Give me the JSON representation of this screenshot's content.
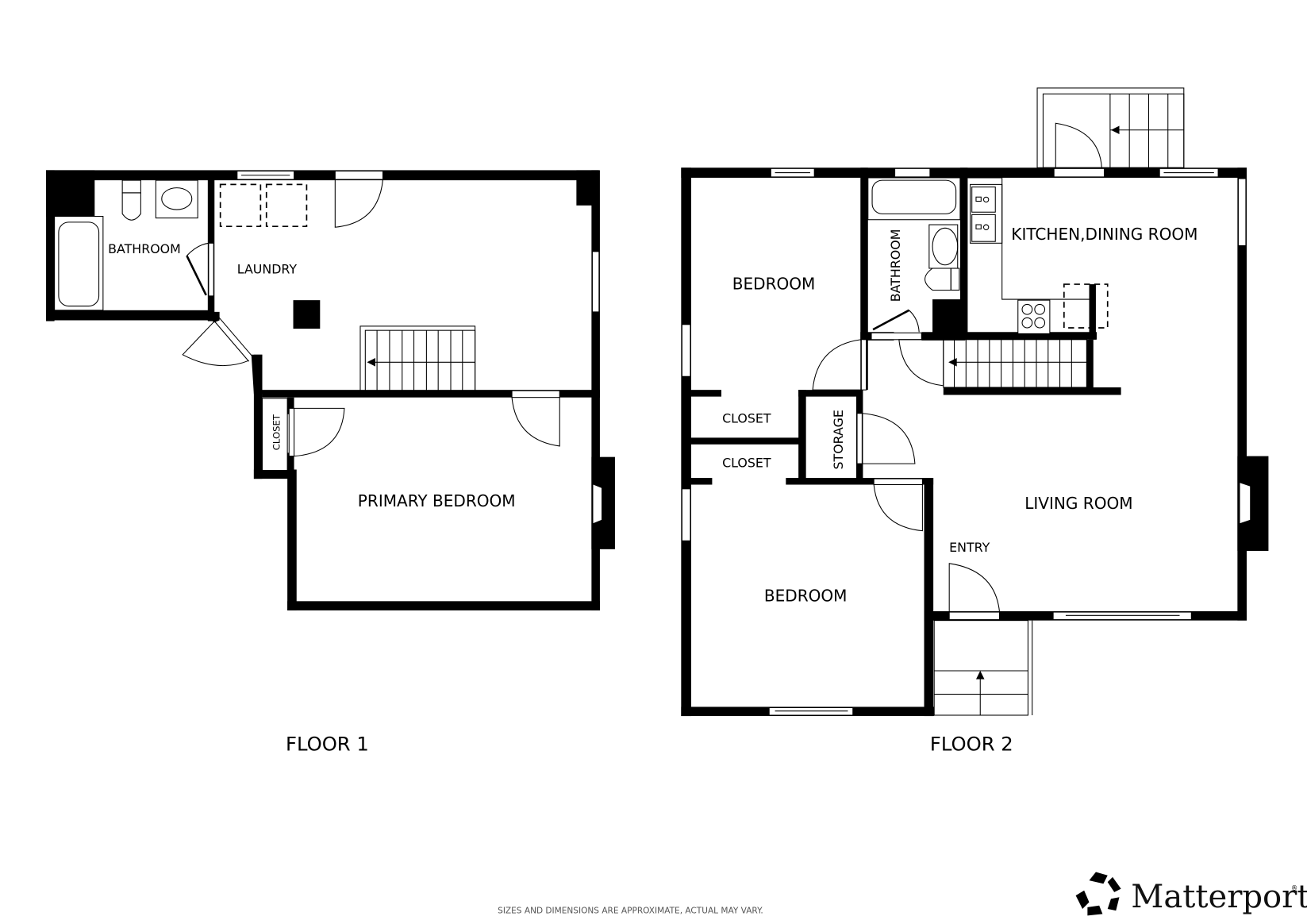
{
  "floors": [
    {
      "label": "FLOOR 1",
      "rooms": {
        "bathroom": "BATHROOM",
        "laundry": "LAUNDRY",
        "closet": "CLOSET",
        "primary_bedroom": "PRIMARY BEDROOM"
      }
    },
    {
      "label": "FLOOR 2",
      "rooms": {
        "bedroom_top": "BEDROOM",
        "bathroom": "BATHROOM",
        "kitchen_dining": "KITCHEN,DINING ROOM",
        "closet_upper": "CLOSET",
        "closet_lower": "CLOSET",
        "storage": "STORAGE",
        "living_room": "LIVING ROOM",
        "entry": "ENTRY",
        "bedroom_bottom": "BEDROOM"
      }
    }
  ],
  "footer": {
    "disclaimer": "SIZES AND DIMENSIONS ARE APPROXIMATE, ACTUAL MAY VARY.",
    "brand": "Matterport",
    "brand_mark": "®"
  },
  "colors": {
    "wall": "#000000",
    "background": "#ffffff",
    "disclaimer_text": "#555555"
  }
}
